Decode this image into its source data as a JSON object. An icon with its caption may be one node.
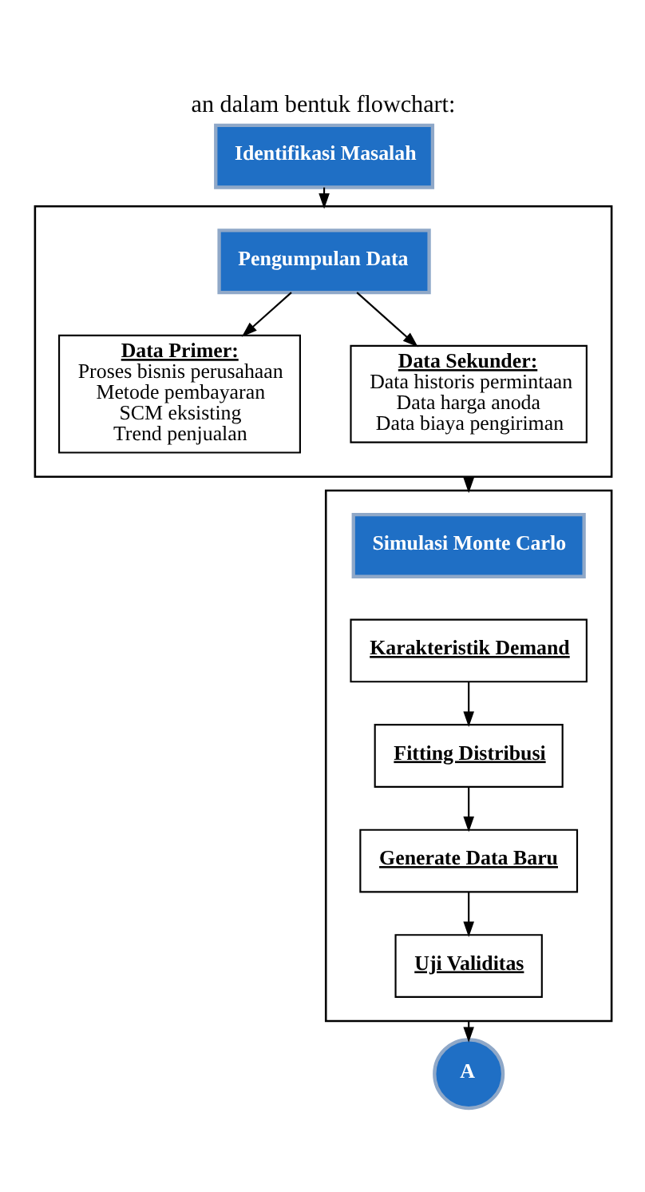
{
  "diagram": {
    "title": "an dalam bentuk flowchart:",
    "nodes": [
      {
        "text": [
          "Identifikasi Masalah"
        ]
      },
      {
        "text": [],
        "shape": "box"
      },
      {
        "text": [
          "Pengumpulan Data"
        ],
        "in": 1
      },
      {
        "text": [
          "Data Primer:",
          "Proses bisnis perusahaan",
          "Metode pembayaran",
          "SCM eksisting",
          "Trend penjualan"
        ],
        "in": 1
      },
      {
        "text": [
          "Data Sekunder:",
          "Data historis permintaan",
          "Data harga anoda",
          "Data biaya pengiriman"
        ],
        "in": 1
      },
      {
        "text": [],
        "shape": "box"
      },
      {
        "text": [
          "Simulasi Monte Carlo"
        ],
        "in": 5
      },
      {
        "text": [
          "Karakteristik Demand"
        ],
        "in": 5
      },
      {
        "text": [
          "Fitting Distribusi"
        ],
        "in": 5
      },
      {
        "text": [
          "Generate Data Baru"
        ],
        "in": 5
      },
      {
        "text": [
          "Uji Validitas"
        ],
        "in": 5
      },
      {
        "text": [
          "A"
        ]
      }
    ],
    "edges": [
      {
        "from": 0,
        "to": 1,
        "arrow": "to"
      },
      {
        "from": 2,
        "to": 3,
        "arrow": "to"
      },
      {
        "from": 2,
        "to": 4,
        "arrow": "to"
      },
      {
        "from": 1,
        "to": 5,
        "arrow": "to"
      },
      {
        "from": 7,
        "to": 8,
        "arrow": "to"
      },
      {
        "from": 8,
        "to": 9,
        "arrow": "to"
      },
      {
        "from": 9,
        "to": 10,
        "arrow": "to"
      },
      {
        "from": 5,
        "to": 11,
        "arrow": "to"
      }
    ]
  }
}
